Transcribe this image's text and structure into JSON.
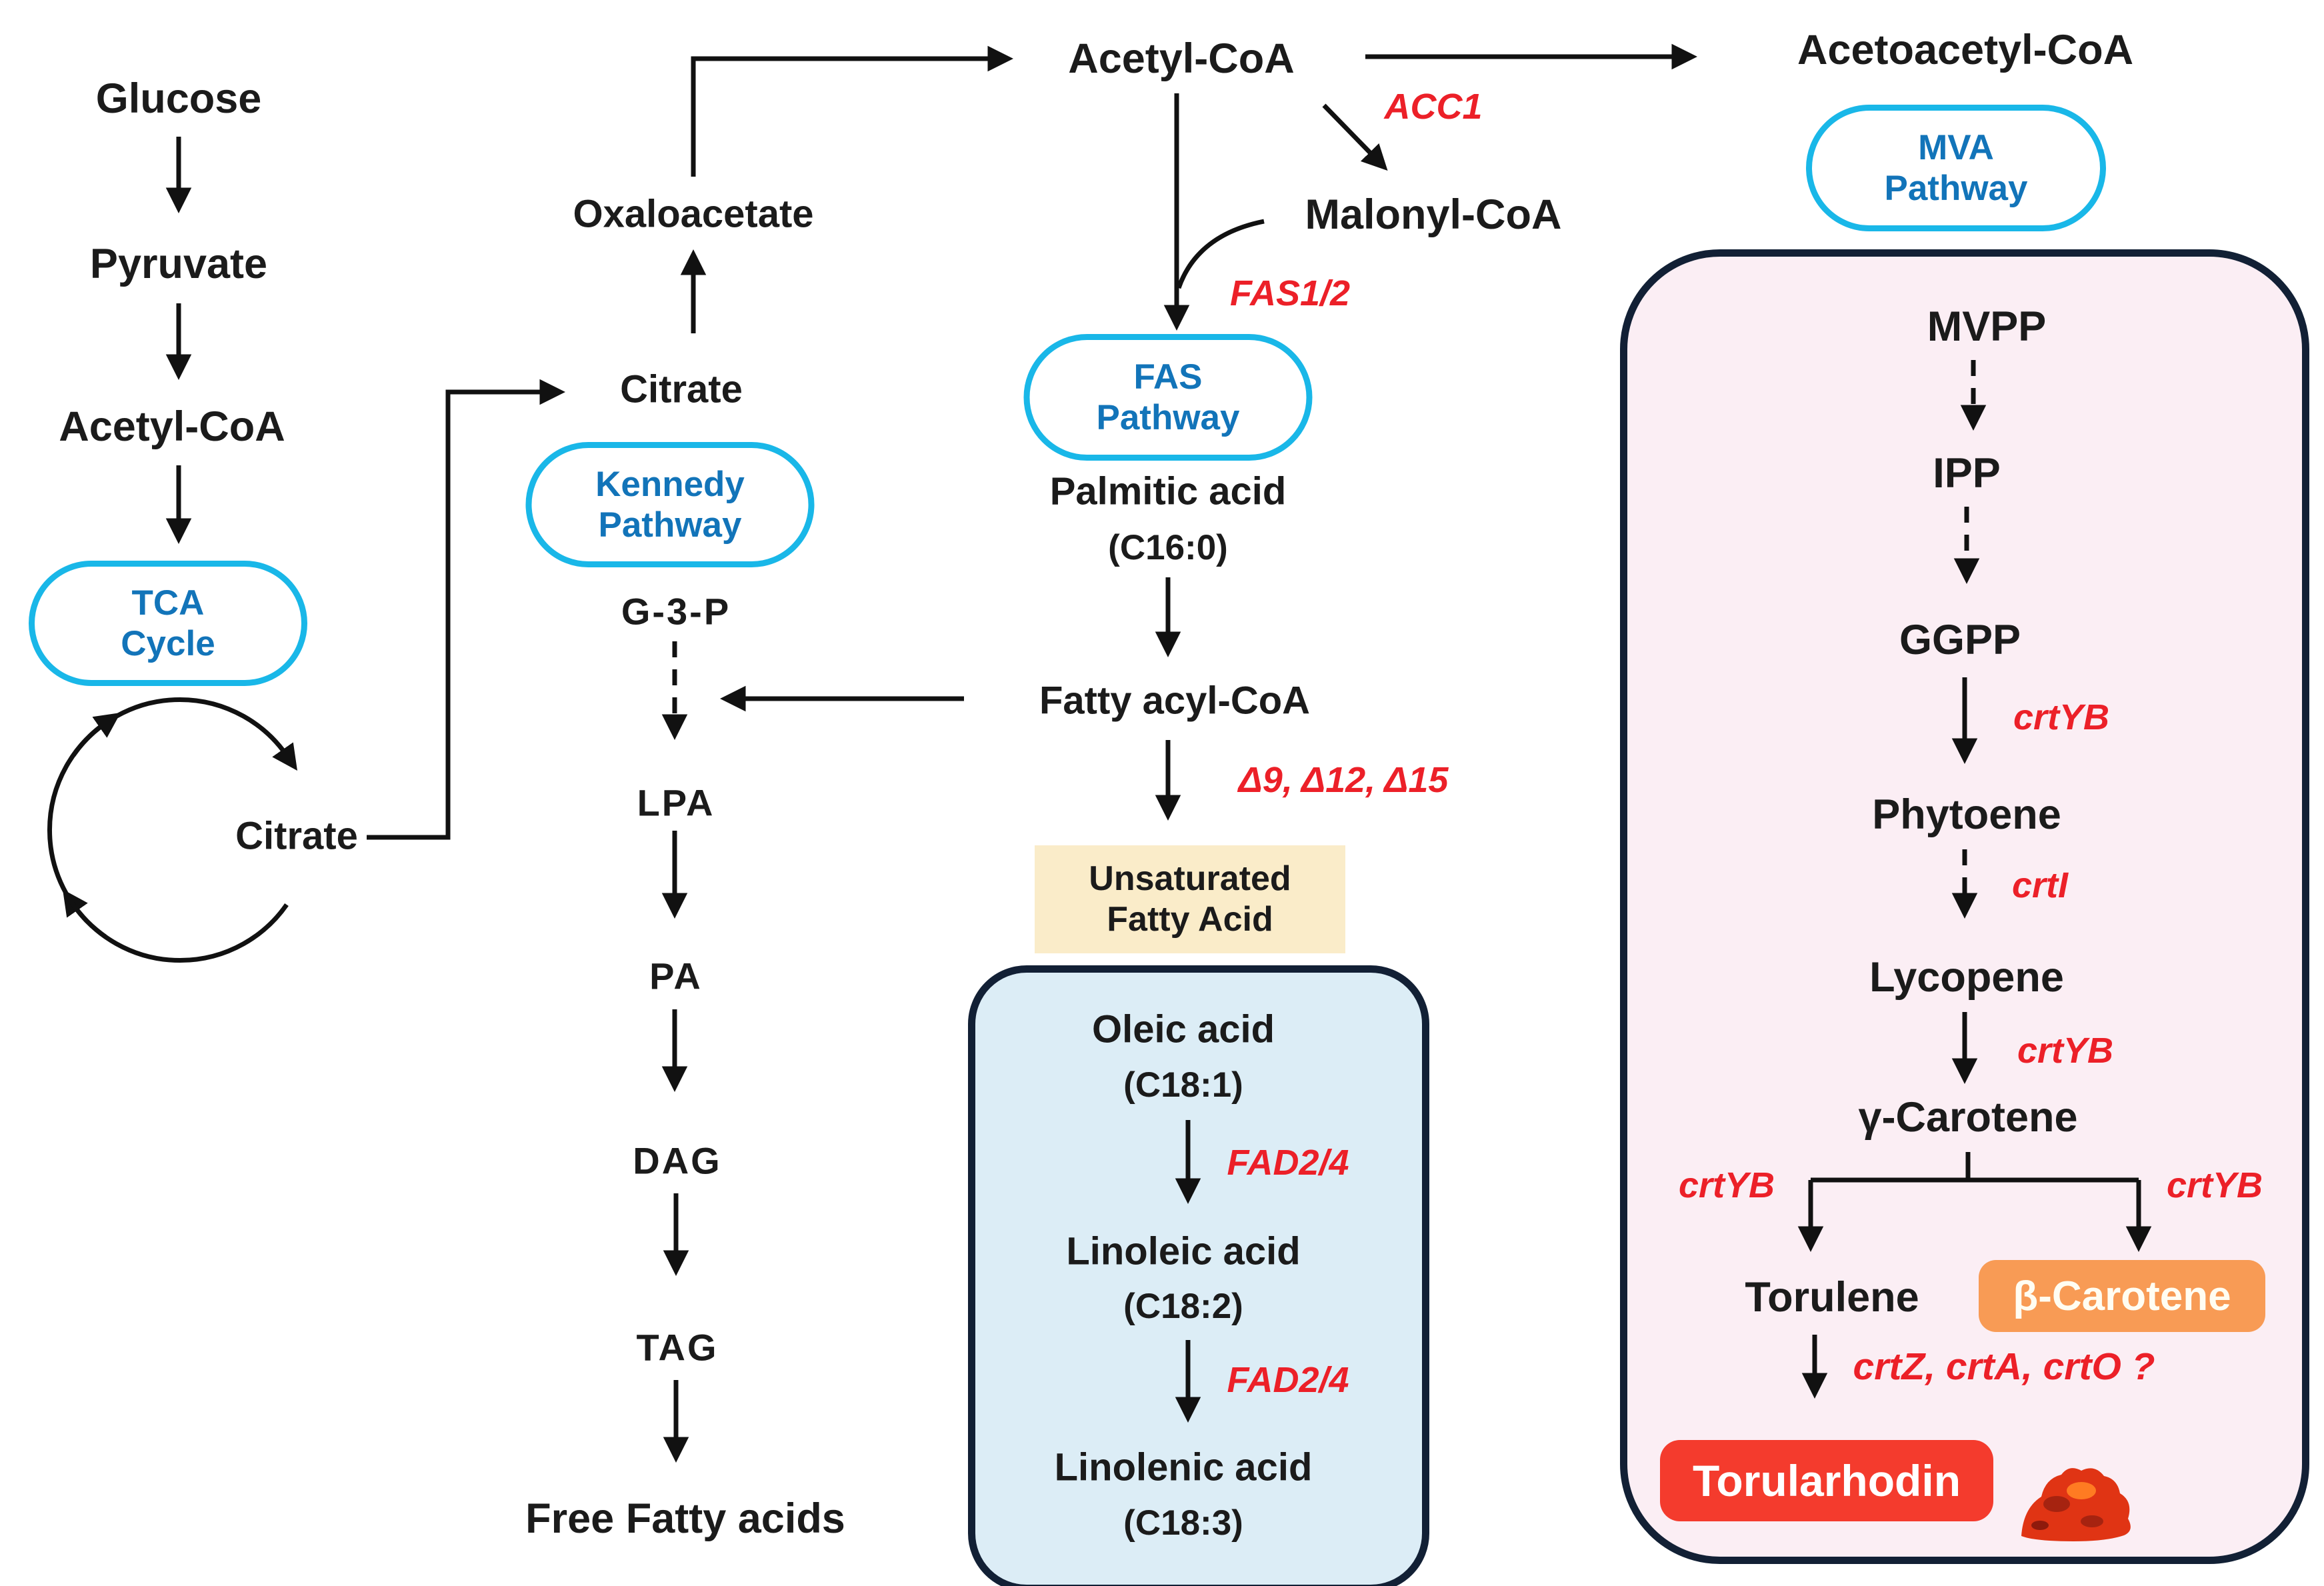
{
  "glycolysis": {
    "glucose": "Glucose",
    "pyruvate": "Pyruvate",
    "acetyl_coa": "Acetyl-CoA"
  },
  "tca": {
    "badge_line1": "TCA",
    "badge_line2": "Cycle",
    "citrate": "Citrate"
  },
  "kennedy": {
    "oxaloacetate": "Oxaloacetate",
    "citrate": "Citrate",
    "badge_line1": "Kennedy",
    "badge_line2": "Pathway",
    "g3p": "G-3-P",
    "lpa": "LPA",
    "pa": "PA",
    "dag": "DAG",
    "tag": "TAG",
    "free_fatty_acids": "Free Fatty acids"
  },
  "fas": {
    "acetyl_coa": "Acetyl-CoA",
    "acc1": "ACC1",
    "malonyl_coa": "Malonyl-CoA",
    "fas12": "FAS1/2",
    "badge_line1": "FAS",
    "badge_line2": "Pathway",
    "palmitic_acid": "Palmitic acid",
    "palmitic_sub": "(C16:0)",
    "fatty_acyl_coa": "Fatty acyl-CoA",
    "desaturases": "Δ9, Δ12, Δ15",
    "unsaturated_line1": "Unsaturated",
    "unsaturated_line2": "Fatty Acid"
  },
  "unsaturated_box": {
    "oleic_acid": "Oleic acid",
    "oleic_sub": "(C18:1)",
    "fad24_first": "FAD2/4",
    "linoleic_acid": "Linoleic acid",
    "linoleic_sub": "(C18:2)",
    "fad24_second": "FAD2/4",
    "linolenic_acid": "Linolenic acid",
    "linolenic_sub": "(C18:3)"
  },
  "mva": {
    "acetoacetyl_coa": "Acetoacetyl-CoA",
    "badge_line1": "MVA",
    "badge_line2": "Pathway",
    "mvpp": "MVPP",
    "ipp": "IPP",
    "ggpp": "GGPP",
    "crtyb_ggpp": "crtYB",
    "phytoene": "Phytoene",
    "crti": "crtI",
    "lycopene": "Lycopene",
    "crtyb_lycopene": "crtYB",
    "gamma_carotene": "γ-Carotene",
    "crtyb_left_branch": "crtYB",
    "crtyb_right_branch": "crtYB",
    "torulene": "Torulene",
    "beta_carotene": "β-Carotene",
    "crtz_crta_crto": "crtZ, crtA, crtO ?",
    "torularhodin": "Torularhodin"
  },
  "colors": {
    "badge_border_cyan": "#19b7e8",
    "badge_text_blue": "#1274b9",
    "enzyme_red": "#ec2028",
    "box_border_navy": "#122035",
    "pink_box_fill": "#fbeef4",
    "blue_box_fill": "#dcedf6",
    "cream_box_fill": "#faecc9",
    "beta_carotene_chip": "#f89b55",
    "torularhodin_chip": "#f43b2d",
    "arrow_black": "#111111",
    "powder_red": "#e03414"
  }
}
